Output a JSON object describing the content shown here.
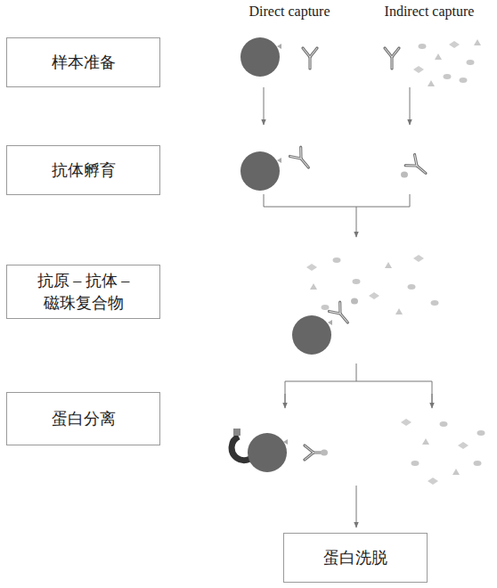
{
  "diagram": {
    "nodes": [
      {
        "text": [
          "样本准备"
        ]
      },
      {
        "text": [
          "抗体孵育"
        ]
      },
      {
        "text": [
          "抗原 – 抗体 – 磁珠复合物"
        ]
      },
      {
        "text": [
          "蛋白分离"
        ]
      },
      {
        "text": [
          "蛋白洗脱"
        ]
      }
    ],
    "labels": [
      "Direct capture",
      "Indirect capture"
    ]
  }
}
